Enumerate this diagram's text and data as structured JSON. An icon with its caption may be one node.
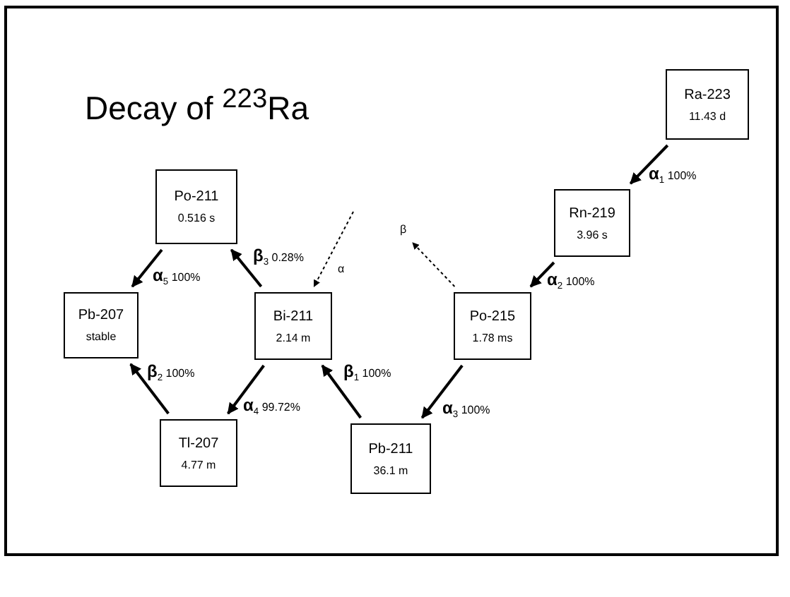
{
  "diagram": {
    "title": "Decay of $^{223}$Ra",
    "nodes": [
      {
        "text": [
          "Ra-223",
          "11.43 d"
        ]
      },
      {
        "text": [
          "Po-211",
          "0.516 s"
        ]
      },
      {
        "text": [
          "Rn-219",
          "3.96 s"
        ]
      },
      {
        "text": [
          "Pb-207",
          "stable"
        ]
      },
      {
        "text": [
          "Bi-211",
          "2.14 m"
        ]
      },
      {
        "text": [
          "Po-215",
          "1.78 ms"
        ]
      },
      {
        "text": [
          "Tl-207",
          "4.77 m"
        ]
      },
      {
        "text": [
          "Pb-211",
          "36.1 m"
        ]
      }
    ],
    "edges": [
      {
        "from": 0,
        "to": 2,
        "arrow": "to",
        "label": "**α**$_{1}$ 100%"
      },
      {
        "from": 2,
        "to": 5,
        "arrow": "to",
        "label": "**α**$_{2}$ 100%"
      },
      {
        "from": 5,
        "to": 7,
        "arrow": "to",
        "label": "**α**$_{3}$ 100%"
      },
      {
        "from": 7,
        "to": 4,
        "arrow": "to",
        "label": "**β**$_{1}$ 100%"
      },
      {
        "from": 4,
        "to": 6,
        "arrow": "to",
        "label": "**α**$_{4}$ 99.72%"
      },
      {
        "from": 4,
        "to": 1,
        "arrow": "to",
        "label": "**β**$_{3}$ 0.28%"
      },
      {
        "from": 6,
        "to": 3,
        "arrow": "to",
        "label": "**β**$_{2}$ 100%"
      },
      {
        "from": 1,
        "to": 3,
        "arrow": "to",
        "label": "**α**$_{5}$ 100%"
      },
      {
        "from": null,
        "to": 4,
        "arrow": "to",
        "label": "α",
        "style": "dashed"
      },
      {
        "from": 5,
        "to": null,
        "arrow": "to",
        "label": "β",
        "style": "dashed"
      }
    ]
  }
}
